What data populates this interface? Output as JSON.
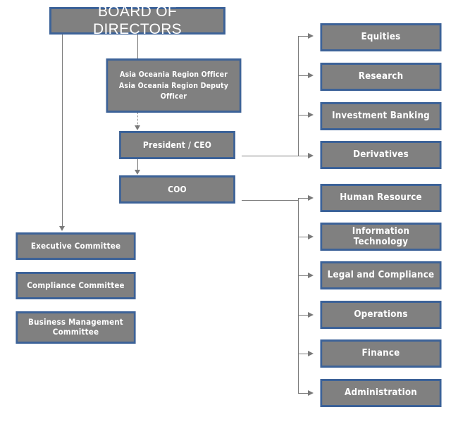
{
  "diagram": {
    "title": "Organization Chart",
    "background_color": "#ffffff",
    "box_fill_color": "#808080",
    "box_border_color": "#3c6298",
    "box_text_color": "#ffffff",
    "connector_color": "#7a7a7a"
  },
  "top": {
    "board_label": "BOARD OF DIRECTORS"
  },
  "center_chain": [
    {
      "label": "Asia Oceania  Region  Officer",
      "label2": "Asia Oceania  Region  Deputy Officer"
    },
    {
      "label": "President  / CEO"
    },
    {
      "label": "COO"
    }
  ],
  "center": {
    "region_officer_line1": "Asia Oceania  Region  Officer",
    "region_officer_line2": "Asia Oceania  Region  Deputy Officer",
    "president_ceo": "President  / CEO",
    "coo": "COO"
  },
  "left_committees": [
    {
      "label": "Executive  Committee"
    },
    {
      "label": "Compliance  Committee"
    },
    {
      "label": "Business  Management",
      "label2": "Committee"
    }
  ],
  "right_divisions": [
    {
      "label": "Equities"
    },
    {
      "label": "Research"
    },
    {
      "label": "Investment Banking"
    },
    {
      "label": "Derivatives"
    },
    {
      "label": "Human Resource"
    },
    {
      "label": "Information Technology"
    },
    {
      "label": "Legal and Compliance"
    },
    {
      "label": "Operations"
    },
    {
      "label": "Finance"
    },
    {
      "label": "Administration"
    }
  ]
}
